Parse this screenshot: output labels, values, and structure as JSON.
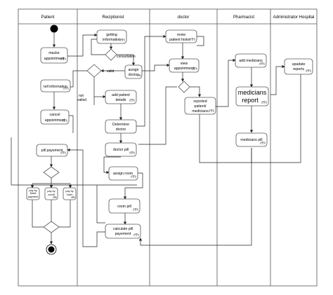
{
  "lanes": [
    "Patient",
    "Reciptionist",
    "doctor",
    "Pharmacist",
    "Administrator Hospital"
  ],
  "nodes": {
    "macke_appointment": [
      "macke",
      "appointment"
    ],
    "tell_information": [
      "tell information"
    ],
    "cancel_appointment": [
      "cancel",
      "appointment"
    ],
    "pill_payement": [
      "pill payement"
    ],
    "pay_debit": [
      "pay by",
      "Debit",
      "payment"
    ],
    "pay_credit": [
      "pay by",
      "credit"
    ],
    "pay_cash": [
      "pay by",
      "Cash"
    ],
    "getting_information": [
      "getting",
      "information"
    ],
    "assign_doctor": [
      "assign",
      "doctor"
    ],
    "add_patient_details": [
      "add patient",
      "details"
    ],
    "determine_doctor": [
      "Determine",
      "doctor"
    ],
    "doctor_pill": [
      "doctor pill"
    ],
    "assign_room": [
      "assign room"
    ],
    "room_pill": [
      "room pill"
    ],
    "calculate_pill": [
      "calculate pill",
      "payement"
    ],
    "review_history": [
      "reviw",
      "patient histor"
    ],
    "view_appointment": [
      "view",
      "appointment"
    ],
    "reported_patient": [
      "reported",
      "patient/",
      "medicians"
    ],
    "add_medicians": [
      "add medicians"
    ],
    "medicians_report": [
      "medicians",
      "report"
    ],
    "medicians_pill": [
      "medicians pill"
    ],
    "update_reports": [
      "upadate",
      "reports"
    ]
  },
  "edge_labels": {
    "consultation": "consultation",
    "valid": "valid",
    "not_valied": [
      "not",
      "valied"
    ]
  }
}
